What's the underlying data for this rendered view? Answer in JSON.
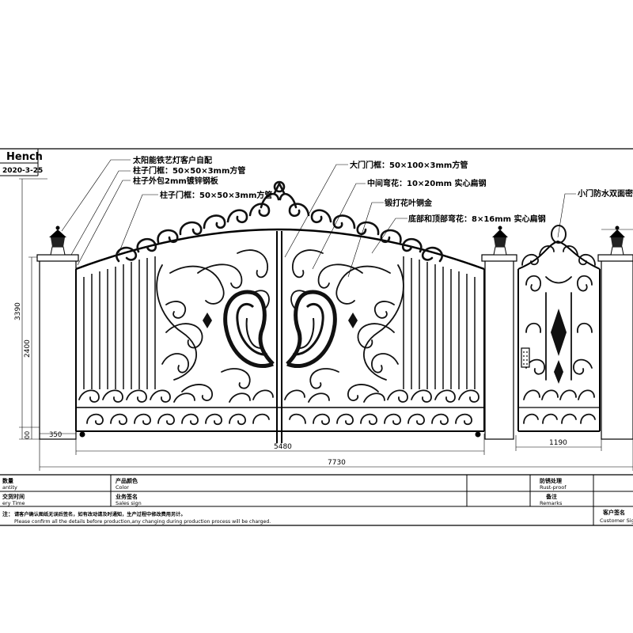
{
  "header": {
    "brand": "Hench",
    "date": "2020-3-25"
  },
  "callouts": {
    "lamp": "太阳能铁艺灯客户自配",
    "pillar_frame_1": "柱子门框：50×50×3mm方管",
    "pillar_cover": "柱子外包2mm镀锌钢板",
    "pillar_frame_2": "柱子门框：50×50×3mm方管",
    "gate_frame": "大门门框：50×100×3mm方管",
    "middle_scroll": "中间弯花：10×20mm 实心扁钢",
    "cast_leaf": "锻打花叶铜金",
    "bottom_top_scroll": "底部和顶部弯花：8×16mm 实心扁钢",
    "small_gate": "小门防水双面密"
  },
  "dimensions": {
    "total_height": "3390",
    "gate_height": "2400",
    "base_height": "00",
    "post_width": "350",
    "gate_width": "5480",
    "overall_width": "7730",
    "small_gate_width": "1190"
  },
  "table": {
    "row1": {
      "c1_cn": "数量",
      "c1_en": "antity",
      "c2_cn": "产品颜色",
      "c2_en": "Color",
      "c3_cn": "防锈处理",
      "c3_en": "Rust-proof"
    },
    "row2": {
      "c1_cn": "交货时间",
      "c1_en": "ery Time",
      "c2_cn": "业务签名",
      "c2_en": "Sales sign",
      "c3_cn": "备注",
      "c3_en": "Remarks",
      "c4_cn": "客户签名",
      "c4_en": "Customer Sign"
    },
    "row3": {
      "c1_cn": "注：",
      "c1_note_cn": "请客户确认图纸无误后签名，如有改动请及时通知，生产过程中修改费用另计。",
      "c1_note_en": "Please confirm all the details before production,any changing during production process will be charged."
    }
  }
}
